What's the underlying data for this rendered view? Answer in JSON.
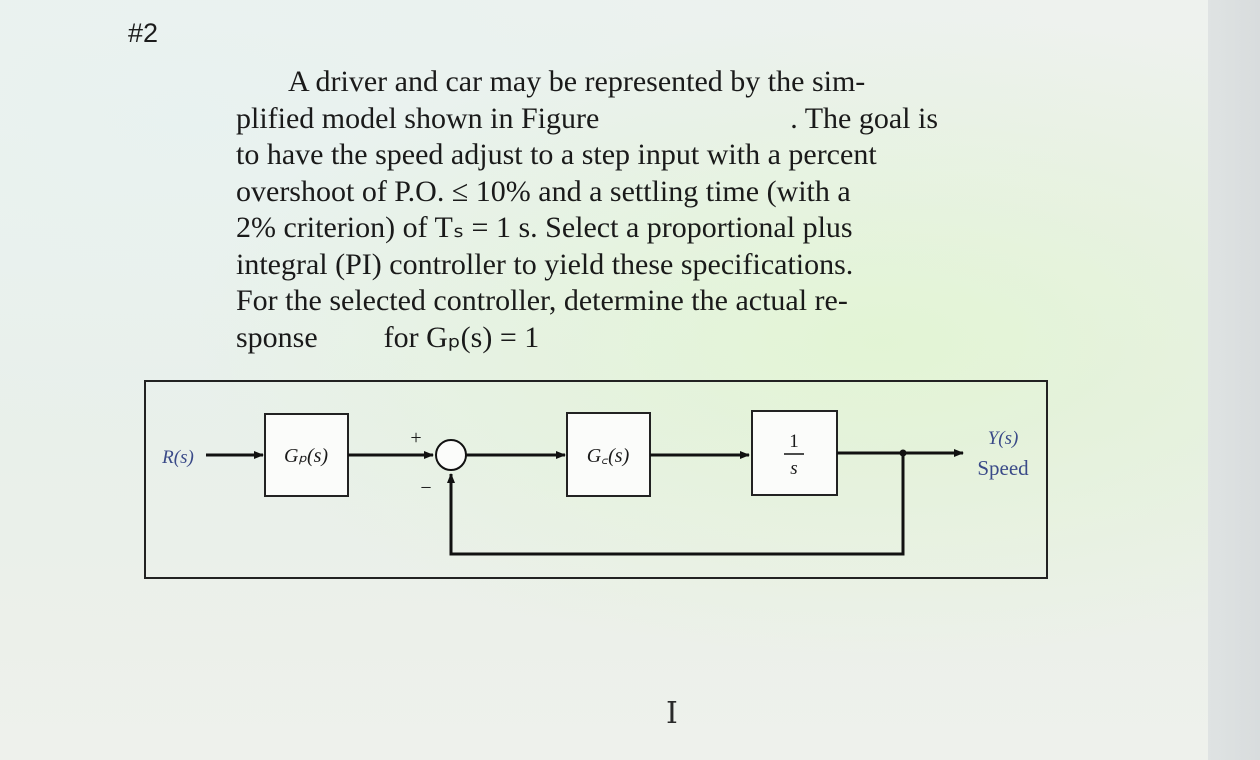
{
  "heading": "#2",
  "problem": {
    "line1": "A driver and car may be represented by the sim-",
    "line2_a": "plified model shown in Figure",
    "line2_b": ". The goal is",
    "line3": "to have the speed adjust to a step input with a percent",
    "line4": "overshoot of P.O. ≤ 10% and a settling time (with a",
    "line5": "2% criterion) of Tₛ = 1 s. Select a proportional plus",
    "line6": "integral (PI) controller to yield these specifications.",
    "line7": "For the selected controller, determine the actual re-",
    "line8_a": "sponse",
    "line8_b": "for Gₚ(s) = 1"
  },
  "diagram": {
    "input_label": "R(s)",
    "prefilter_label": "Gₚ(s)",
    "plus_sign": "+",
    "minus_sign": "−",
    "controller_label": "G꜀(s)",
    "integrator_num": "1",
    "integrator_den": "s",
    "output_label": "Y(s)",
    "output_name": "Speed"
  },
  "cursor_glyph": "I"
}
